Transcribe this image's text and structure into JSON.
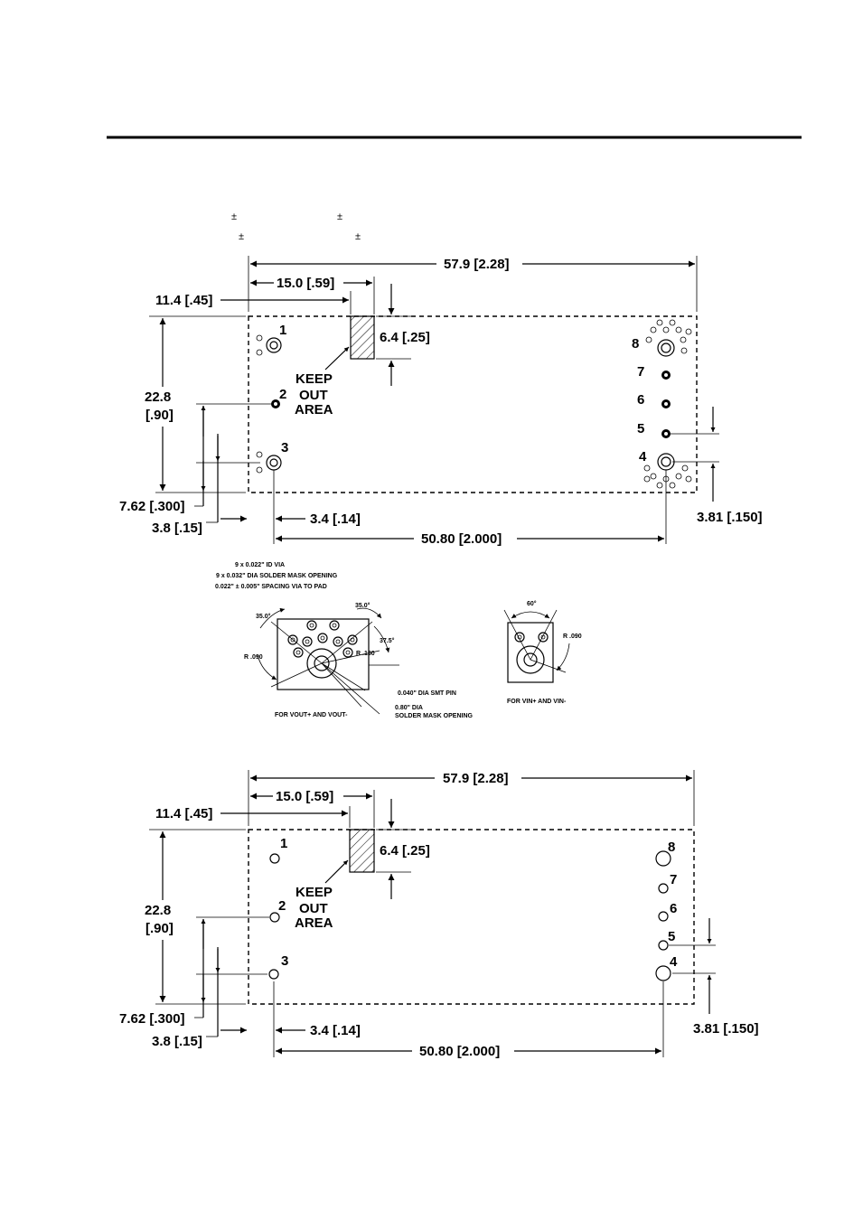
{
  "header": {
    "pm_symbols": [
      "±",
      "±",
      "±",
      "±"
    ]
  },
  "top_view": {
    "dim_overall_length": "57.9 [2.28]",
    "dim_keepout_x": "15.0 [.59]",
    "dim_pin1_x": "11.4 [.45]",
    "dim_keepout_height": "6.4 [.25]",
    "dim_height_a": "22.8",
    "dim_height_b": "[.90]",
    "dim_pin2_y": "7.62 [.300]",
    "dim_pin3_y": "3.8 [.15]",
    "dim_pin3_x": "3.4 [.14]",
    "dim_pin_span": "50.80 [2.000]",
    "dim_pin_pitch": "3.81 [.150]",
    "keepout_line1": "KEEP",
    "keepout_line2": "OUT",
    "keepout_line3": "AREA",
    "pins": [
      "1",
      "2",
      "3",
      "4",
      "5",
      "6",
      "7",
      "8"
    ]
  },
  "detail": {
    "via_note_1": "9 x 0.022\" ID VIA",
    "via_note_2": "9 x 0.032\" DIA SOLDER MASK OPENING",
    "via_note_3": "0.022\" ± 0.005\" SPACING VIA TO PAD",
    "angle_left": "35.0°",
    "angle_right": "35.0°",
    "angle_side": "37.5°",
    "radius_left": "R .090",
    "radius_inner": "R .130",
    "pin_note": "0.040\" DIA SMT PIN",
    "mask_note_1": "0.80\" DIA",
    "mask_note_2": "SOLDER MASK OPENING",
    "caption_vout": "FOR VOUT+ AND VOUT-",
    "angle_vin": "60°",
    "radius_vin": "R .090",
    "caption_vin": "FOR VIN+ AND VIN-"
  },
  "bottom_view": {
    "dim_overall_length": "57.9 [2.28]",
    "dim_keepout_x": "15.0 [.59]",
    "dim_pin1_x": "11.4 [.45]",
    "dim_keepout_height": "6.4 [.25]",
    "dim_height_a": "22.8",
    "dim_height_b": "[.90]",
    "dim_pin2_y": "7.62 [.300]",
    "dim_pin3_y": "3.8 [.15]",
    "dim_pin3_x": "3.4 [.14]",
    "dim_pin_span": "50.80 [2.000]",
    "dim_pin_pitch": "3.81 [.150]",
    "keepout_line1": "KEEP",
    "keepout_line2": "OUT",
    "keepout_line3": "AREA",
    "pins": [
      "1",
      "2",
      "3",
      "4",
      "5",
      "6",
      "7",
      "8"
    ]
  }
}
